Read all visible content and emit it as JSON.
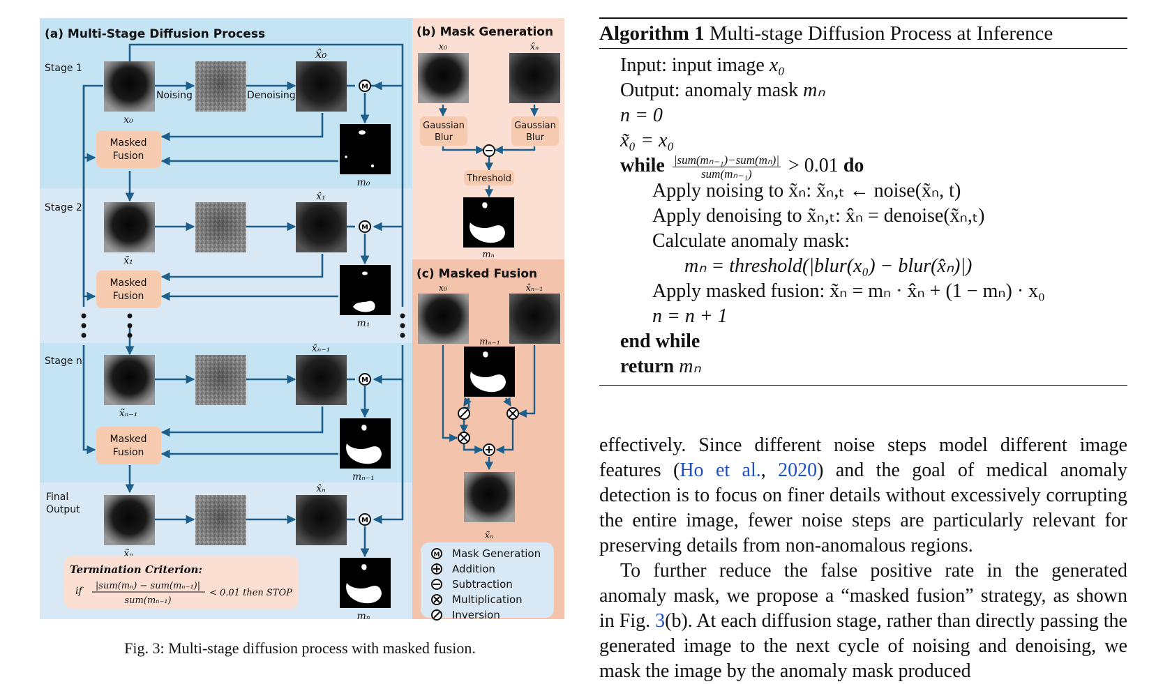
{
  "figure": {
    "panel_a_title": "(a) Multi-Stage Diffusion Process",
    "panel_b_title": "(b) Mask Generation",
    "panel_c_title": "(c) Masked Fusion",
    "stages": [
      "Stage 1",
      "Stage 2",
      "Stage n",
      "Final",
      "Output"
    ],
    "noising_label": "Noising",
    "denoising_label": "Denoising",
    "masked_fusion_line1": "Masked",
    "masked_fusion_line2": "Fusion",
    "gaussian_blur_line1": "Gaussian",
    "gaussian_blur_line2": "Blur",
    "threshold_label": "Threshold",
    "symbol_m": "M",
    "var_labels": {
      "x0": "x₀",
      "x0_hat": "x̂₀",
      "m0": "m₀",
      "x1_tilde": "x̃₁",
      "x1_hat": "x̂₁",
      "m1": "m₁",
      "xn1_tilde": "x̃ₙ₋₁",
      "xn1_hat": "x̂ₙ₋₁",
      "mn1": "mₙ₋₁",
      "xn_tilde": "x̃ₙ",
      "xn_hat": "x̂ₙ",
      "mn": "mₙ"
    },
    "termination": {
      "title": "Termination Criterion:",
      "if": "if",
      "numerator": "|sum(mₙ) − sum(mₙ₋₁)|",
      "denominator": "sum(mₙ₋₁)",
      "tail": "< 0.01 then STOP"
    },
    "legend": [
      {
        "symbol": "M",
        "label": "Mask Generation"
      },
      {
        "symbol": "+",
        "label": "Addition"
      },
      {
        "symbol": "−",
        "label": "Subtraction"
      },
      {
        "symbol": "×",
        "label": "Multiplication"
      },
      {
        "symbol": "⊘",
        "label": "Inversion"
      }
    ],
    "colors": {
      "panel_a_bg1": "#c4e3f3",
      "panel_a_bg2": "#d8e8f5",
      "panel_b_bg": "#fbdfd2",
      "panel_c_bg": "#f3c3ac",
      "fusion_box": "#f7cbb0",
      "arrow": "#1d5f8a",
      "legend_bg": "#d8e8f5"
    }
  },
  "caption": "Fig. 3: Multi-stage diffusion process with masked fusion.",
  "algorithm": {
    "label": "Algorithm 1",
    "title": "Multi-stage Diffusion Process at Inference",
    "input_kw": "Input:",
    "input_text": "input image",
    "input_var": "x₀",
    "output_kw": "Output:",
    "output_text": "anomaly mask",
    "output_var": "mₙ",
    "init_n": "n = 0",
    "init_x": "x̃₀ = x₀",
    "while_kw": "while",
    "while_num": "|sum(mₙ₋₁)−sum(mₙ)|",
    "while_den": "sum(mₙ₋₁)",
    "while_cond": "> 0.01",
    "do_kw": "do",
    "noise_line": "Apply noising to x̃ₙ: x̃ₙ,ₜ ← noise(x̃ₙ, t)",
    "denoise_line": "Apply denoising to x̃ₙ,ₜ: x̂ₙ = denoise(x̃ₙ,ₜ)",
    "calc_line": "Calculate anomaly mask:",
    "mask_line": "mₙ = threshold(|blur(x₀) − blur(x̂ₙ)|)",
    "fusion_line": "Apply masked fusion: x̃ₙ = mₙ · x̂ₙ + (1 − mₙ) · x₀",
    "incr_line": "n = n + 1",
    "end_kw": "end while",
    "return_kw": "return",
    "return_var": "mₙ"
  },
  "body": {
    "p1_a": "effectively.  Since different noise steps model different image features (",
    "p1_cite1": "Ho et al.",
    "p1_comma": ", ",
    "p1_cite2": "2020",
    "p1_b": ") and the goal of medical anomaly detection is to focus on finer details without excessively corrupting the entire image, fewer noise steps are particularly relevant for preserving details from non-anomalous regions.",
    "p2_a": "To further reduce the false positive rate in the generated anomaly mask, we propose a “masked fusion” strategy, as shown in Fig. ",
    "p2_ref": "3",
    "p2_b": "(b). At each diffusion stage, rather than directly passing the generated image to the next cycle of noising and denoising, we mask the image by the anomaly mask produced"
  }
}
